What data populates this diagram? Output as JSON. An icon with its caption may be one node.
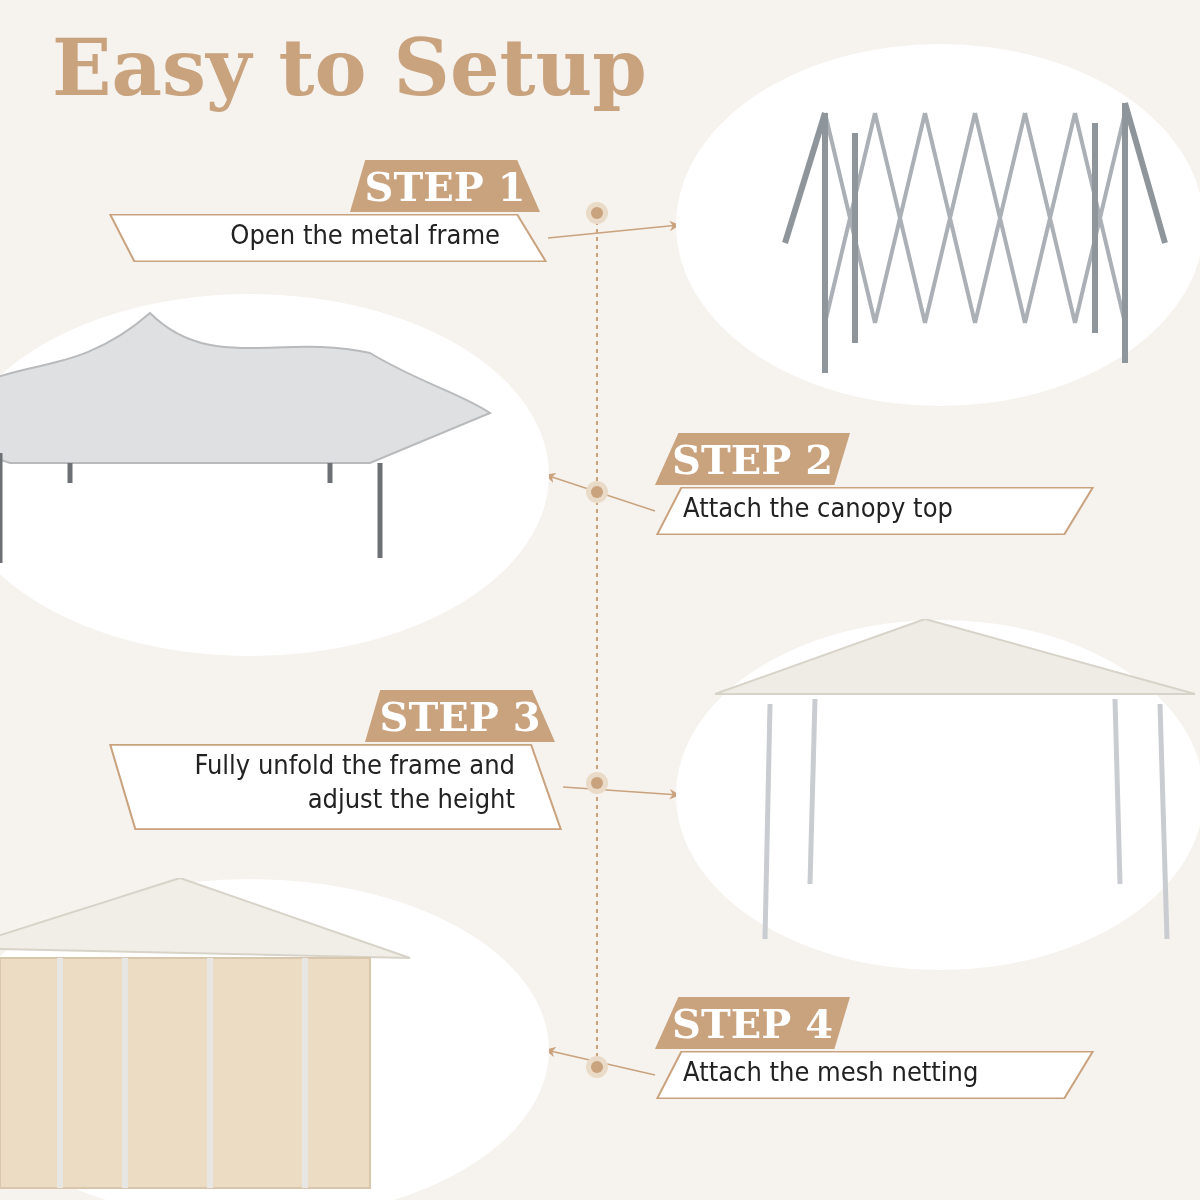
{
  "diagram": {
    "title": "Easy to Setup",
    "nodes": [
      {
        "text": [
          "STEP 1",
          "Open the metal frame"
        ]
      },
      {
        "text": [],
        "shape": "picture"
      },
      {
        "text": [
          "STEP 2",
          "Attach the canopy top"
        ]
      },
      {
        "text": [],
        "shape": "picture"
      },
      {
        "text": [
          "STEP 3",
          "Fully unfold the frame and adjust the height"
        ]
      },
      {
        "text": [],
        "shape": "picture"
      },
      {
        "text": [
          "STEP 4",
          "Attach the mesh netting"
        ]
      },
      {
        "text": [],
        "shape": "picture"
      }
    ],
    "edges": [
      {
        "from": 0,
        "to": 1,
        "arrow": "to"
      },
      {
        "from": 2,
        "to": 3,
        "arrow": "to"
      },
      {
        "from": 4,
        "to": 5,
        "arrow": "to"
      },
      {
        "from": 6,
        "to": 7,
        "arrow": "to"
      }
    ]
  }
}
